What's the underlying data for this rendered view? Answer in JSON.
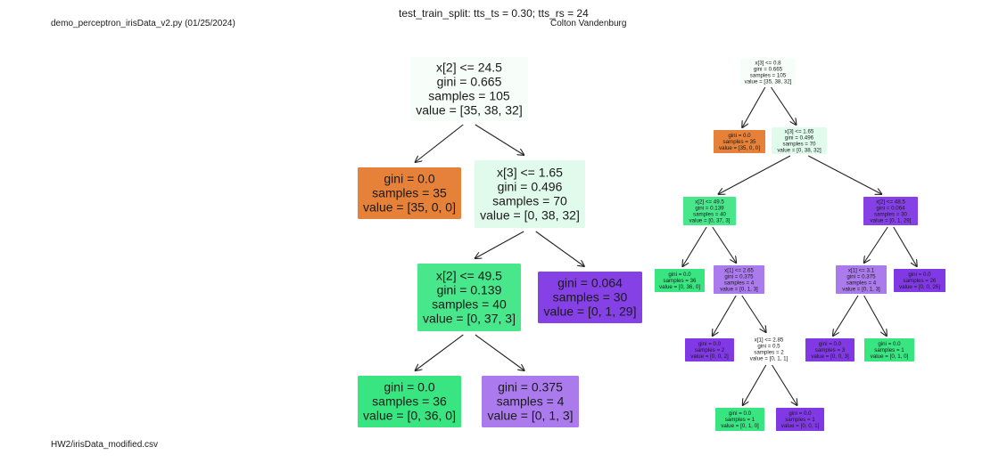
{
  "header": {
    "title": "test_train_split: tts_ts = 0.30; tts_rs = 24",
    "script": "demo_perceptron_irisData_v2.py (01/25/2024)",
    "author": "Colton Vandenburg",
    "file": "HW2/irisData_modified.csv"
  },
  "colors": {
    "class0": "#e58139",
    "class1": "#39e581",
    "class2": "#8139e5"
  },
  "trees": [
    {
      "name": "small-tree",
      "nodes": [
        {
          "id": "s0",
          "lines": [
            "x[2] <= 24.5",
            "gini = 0.665",
            "samples = 105",
            "value = [35, 38, 32]"
          ],
          "value": [
            35,
            38,
            32
          ]
        },
        {
          "id": "s1",
          "lines": [
            "gini = 0.0",
            "samples = 35",
            "value = [35, 0, 0]"
          ],
          "value": [
            35,
            0,
            0
          ]
        },
        {
          "id": "s2",
          "lines": [
            "x[3] <= 1.65",
            "gini = 0.496",
            "samples = 70",
            "value = [0, 38, 32]"
          ],
          "value": [
            0,
            38,
            32
          ]
        },
        {
          "id": "s3",
          "lines": [
            "x[2] <= 49.5",
            "gini = 0.139",
            "samples = 40",
            "value = [0, 37, 3]"
          ],
          "value": [
            0,
            37,
            3
          ]
        },
        {
          "id": "s4",
          "lines": [
            "gini = 0.064",
            "samples = 30",
            "value = [0, 1, 29]"
          ],
          "value": [
            0,
            1,
            29
          ]
        },
        {
          "id": "s5",
          "lines": [
            "gini = 0.0",
            "samples = 36",
            "value = [0, 36, 0]"
          ],
          "value": [
            0,
            36,
            0
          ]
        },
        {
          "id": "s6",
          "lines": [
            "gini = 0.375",
            "samples = 4",
            "value = [0, 1, 3]"
          ],
          "value": [
            0,
            1,
            3
          ]
        }
      ],
      "edges": [
        [
          "s0",
          "s1"
        ],
        [
          "s0",
          "s2"
        ],
        [
          "s2",
          "s3"
        ],
        [
          "s2",
          "s4"
        ],
        [
          "s3",
          "s5"
        ],
        [
          "s3",
          "s6"
        ]
      ]
    },
    {
      "name": "large-tree",
      "nodes": [
        {
          "id": "b0",
          "lines": [
            "x[3] <= 0.8",
            "gini = 0.665",
            "samples = 105",
            "value = [35, 38, 32]"
          ],
          "value": [
            35,
            38,
            32
          ]
        },
        {
          "id": "b1",
          "lines": [
            "gini = 0.0",
            "samples = 35",
            "value = [35, 0, 0]"
          ],
          "value": [
            35,
            0,
            0
          ]
        },
        {
          "id": "b2",
          "lines": [
            "x[3] <= 1.65",
            "gini = 0.496",
            "samples = 70",
            "value = [0, 38, 32]"
          ],
          "value": [
            0,
            38,
            32
          ]
        },
        {
          "id": "b3",
          "lines": [
            "x[2] <= 49.5",
            "gini = 0.139",
            "samples = 40",
            "value = [0, 37, 3]"
          ],
          "value": [
            0,
            37,
            3
          ]
        },
        {
          "id": "b4",
          "lines": [
            "x[2] <= 48.5",
            "gini = 0.064",
            "samples = 30",
            "value = [0, 1, 29]"
          ],
          "value": [
            0,
            1,
            29
          ]
        },
        {
          "id": "b5",
          "lines": [
            "gini = 0.0",
            "samples = 36",
            "value = [0, 36, 0]"
          ],
          "value": [
            0,
            36,
            0
          ]
        },
        {
          "id": "b6",
          "lines": [
            "x[1] <= 2.65",
            "gini = 0.375",
            "samples = 4",
            "value = [0, 1, 3]"
          ],
          "value": [
            0,
            1,
            3
          ]
        },
        {
          "id": "b7",
          "lines": [
            "x[1] <= 3.1",
            "gini = 0.375",
            "samples = 4",
            "value = [0, 1, 3]"
          ],
          "value": [
            0,
            1,
            3
          ]
        },
        {
          "id": "b8",
          "lines": [
            "gini = 0.0",
            "samples = 26",
            "value = [0, 0, 26]"
          ],
          "value": [
            0,
            0,
            26
          ]
        },
        {
          "id": "b9",
          "lines": [
            "gini = 0.0",
            "samples = 2",
            "value = [0, 0, 2]"
          ],
          "value": [
            0,
            0,
            2
          ]
        },
        {
          "id": "b10",
          "lines": [
            "x[1] <= 2.85",
            "gini = 0.5",
            "samples = 2",
            "value = [0, 1, 1]"
          ],
          "value": [
            0,
            1,
            1
          ]
        },
        {
          "id": "b11",
          "lines": [
            "gini = 0.0",
            "samples = 3",
            "value = [0, 0, 3]"
          ],
          "value": [
            0,
            0,
            3
          ]
        },
        {
          "id": "b12",
          "lines": [
            "gini = 0.0",
            "samples = 1",
            "value = [0, 1, 0]"
          ],
          "value": [
            0,
            1,
            0
          ]
        },
        {
          "id": "b13",
          "lines": [
            "gini = 0.0",
            "samples = 1",
            "value = [0, 1, 0]"
          ],
          "value": [
            0,
            1,
            0
          ]
        },
        {
          "id": "b14",
          "lines": [
            "gini = 0.0",
            "samples = 1",
            "value = [0, 0, 1]"
          ],
          "value": [
            0,
            0,
            1
          ]
        }
      ],
      "edges": [
        [
          "b0",
          "b1"
        ],
        [
          "b0",
          "b2"
        ],
        [
          "b2",
          "b3"
        ],
        [
          "b2",
          "b4"
        ],
        [
          "b3",
          "b5"
        ],
        [
          "b3",
          "b6"
        ],
        [
          "b4",
          "b7"
        ],
        [
          "b4",
          "b8"
        ],
        [
          "b6",
          "b9"
        ],
        [
          "b6",
          "b10"
        ],
        [
          "b7",
          "b11"
        ],
        [
          "b7",
          "b12"
        ],
        [
          "b10",
          "b13"
        ],
        [
          "b10",
          "b14"
        ]
      ]
    }
  ]
}
